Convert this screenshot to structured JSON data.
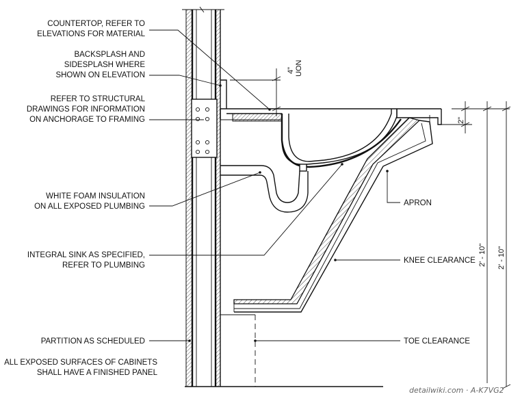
{
  "labels": {
    "countertop": [
      "COUNTERTOP, REFER TO",
      "ELEVATIONS FOR MATERIAL"
    ],
    "backsplash": [
      "BACKSPLASH AND",
      "SIDESPLASH WHERE",
      "SHOWN ON ELEVATION"
    ],
    "structural": [
      "REFER TO STRUCTURAL",
      "DRAWINGS FOR INFORMATION",
      "ON ANCHORAGE TO FRAMING"
    ],
    "insulation": [
      "WHITE FOAM INSULATION",
      "ON ALL EXPOSED PLUMBING"
    ],
    "sink": [
      "INTEGRAL SINK AS SPECIFIED,",
      "REFER TO PLUMBING"
    ],
    "partition": [
      "PARTITION AS SCHEDULED"
    ],
    "finished_panel": [
      "ALL EXPOSED SURFACES OF CABINETS",
      "SHALL HAVE A FINISHED PANEL"
    ],
    "apron": "APRON",
    "knee": "KNEE CLEARANCE",
    "toe": "TOE CLEARANCE"
  },
  "dimensions": {
    "backsplash_height": "4\"",
    "backsplash_note": "UON",
    "rim_thickness": "2\"",
    "knee_height": "2' - 10\"",
    "counter_height": "2' - 10\""
  },
  "watermark": "detailwiki.com · A-K7VG2"
}
